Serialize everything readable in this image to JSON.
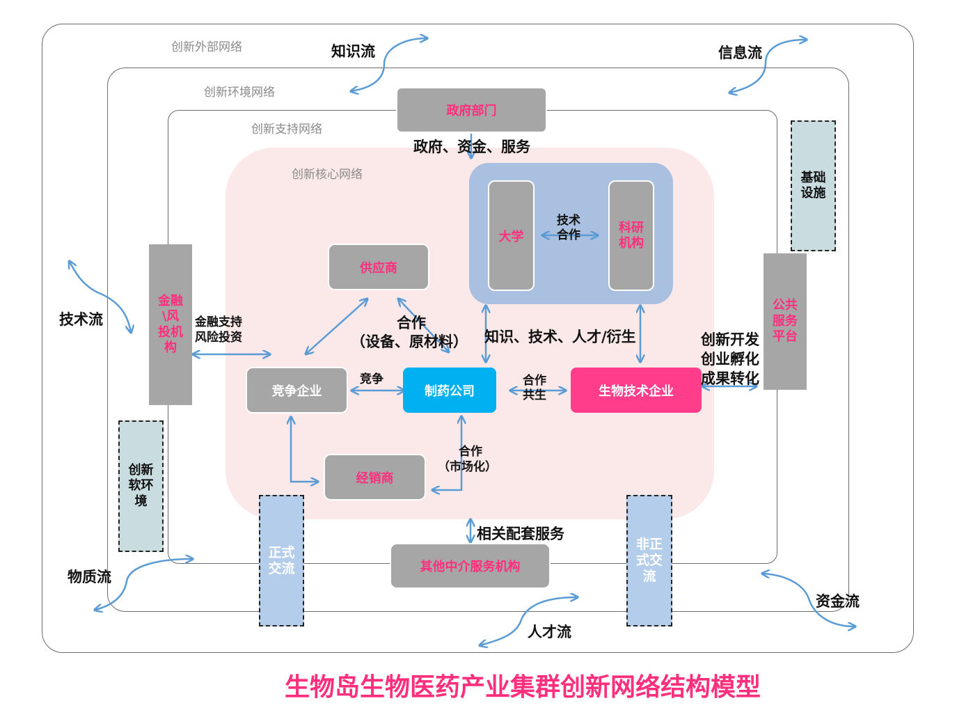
{
  "layers": {
    "outer": "创新外部网络",
    "environment": "创新环境网络",
    "support": "创新支持网络",
    "core": "创新核心网络"
  },
  "nodes": {
    "government": "政府部门",
    "university": "大学",
    "research": "科研机构",
    "supplier": "供应商",
    "competitor": "竞争企业",
    "pharma": "制药公司",
    "biotech": "生物技术企业",
    "distributor": "经销商",
    "finance": "金融\\风投机构",
    "public_platform": "公共服务平台",
    "infrastructure": "基础设施",
    "soft_env": "创新软环境",
    "formal": "正式交流",
    "informal": "非正式交流",
    "intermediary": "其他中介服务机构"
  },
  "relations": {
    "gov_fund": "政府、资金、服务",
    "tech_coop": "技术合作",
    "coop_equipment_1": "合作",
    "coop_equipment_2": "（设备、原材料）",
    "knowledge": "知识、技术、人才/衍生",
    "finance_support_1": "金融支持",
    "finance_support_2": "风险投资",
    "compete": "竞争",
    "coop_symbiosis_1": "合作",
    "coop_symbiosis_2": "共生",
    "coop_market_1": "合作",
    "coop_market_2": "（市场化）",
    "innovation_1": "创新开发",
    "innovation_2": "创业孵化",
    "innovation_3": "成果转化",
    "related_services": "相关配套服务"
  },
  "flows": {
    "knowledge": "知识流",
    "information": "信息流",
    "technology": "技术流",
    "material": "物质流",
    "talent": "人才流",
    "capital": "资金流"
  },
  "title": "生物岛生物医药产业集群创新网络结构模型",
  "colors": {
    "accent_pink": "#ff2f7d",
    "pharma_blue": "#00b0f0",
    "arrow_blue": "#5b9bd5",
    "box_gray": "#a6a6a6"
  }
}
